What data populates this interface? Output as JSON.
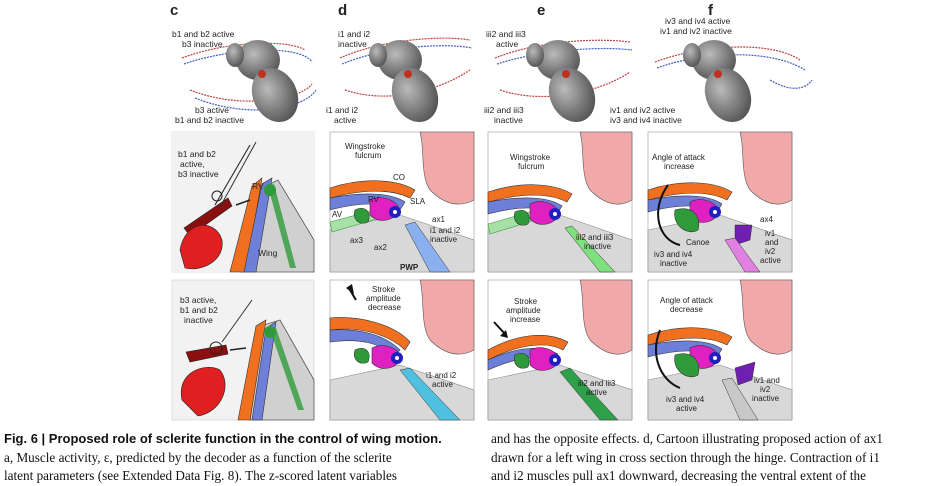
{
  "panels": {
    "c": {
      "letter": "c",
      "top_label_1": "b1 and b2 active",
      "top_label_2": "b3 inactive",
      "bottom_label_1": "b3 active",
      "bottom_label_2": "b1 and b2 inactive",
      "mid_label_1": "b1 and  b2",
      "mid_label_2": "active,",
      "mid_label_3": "b3 inactive",
      "rv": "RV",
      "wing": "Wing",
      "low_label_1": "b3 active,",
      "low_label_2": "b1 and b2",
      "low_label_3": "inactive"
    },
    "d": {
      "letter": "d",
      "top_label_1": "i1 and i2",
      "top_label_2": "inactive",
      "bottom_label_1": "i1 and i2",
      "bottom_label_2": "active",
      "fulcrum_1": "Wingstroke",
      "fulcrum_2": "fulcrum",
      "co": "CO",
      "rv": "RV",
      "sla": "SLA",
      "av": "AV",
      "ax1": "ax1",
      "ax2": "ax2",
      "ax3": "ax3",
      "inactive_1": "i1 and i2",
      "inactive_2": "inactive",
      "pwp": "PWP",
      "stroke_1": "Stroke",
      "stroke_2": "amplitude",
      "stroke_3": "decrease",
      "active_1": "i1 and i2",
      "active_2": "active"
    },
    "e": {
      "letter": "e",
      "top_label_1": "iii2 and iii3",
      "top_label_2": "active",
      "bottom_label_1": "iii2 and iii3",
      "bottom_label_2": "inactive",
      "fulcrum_1": "Wingstroke",
      "fulcrum_2": "fulcrum",
      "inactive_1": "iii2 and iii3",
      "inactive_2": "inactive",
      "stroke_1": "Stroke",
      "stroke_2": "amplitude",
      "stroke_3": "increase",
      "active_1": "iii2 and iii3",
      "active_2": "active"
    },
    "f": {
      "letter": "f",
      "top_label_1": "iv3 and iv4 active",
      "top_label_2": "iv1 and iv2 inactive",
      "bottom_label_1": "iv1 and iv2 active",
      "bottom_label_2": "iv3 and iv4 inactive",
      "angle_1": "Angle of attack",
      "angle_2": "increase",
      "ax4": "ax4",
      "canoe": "Canoe",
      "iv_inactive_1": "iv3 and iv4",
      "iv_inactive_2": "inactive",
      "iv_active_1": "iv1",
      "iv_active_2": "and",
      "iv_active_3": "iv2",
      "iv_active_4": "active",
      "angle_3": "Angle of attack",
      "angle_4": "decrease",
      "iv_active_b1": "iv3 and iv4",
      "iv_active_b2": "active",
      "iv_inactive_b1": "iv1 and",
      "iv_inactive_b2": "iv2",
      "iv_inactive_b3": "inactive"
    }
  },
  "caption": {
    "fig_label": "Fig. 6 | Proposed role of sclerite function in the control of wing motion.",
    "left_line_1": "a, Muscle activity, ε, predicted by the decoder as a function of the sclerite",
    "left_line_2": "latent parameters (see Extended Data Fig. 8). The z-scored latent variables",
    "right_line_1": "and has the opposite effects. d, Cartoon illustrating proposed action of ax1",
    "right_line_2": "drawn for a left wing in cross section through the hinge. Contraction of i1",
    "right_line_3": "and i2 muscles pull ax1 downward, decreasing the ventral extent of the"
  },
  "colors": {
    "orange": "#f07020",
    "blue": "#6d7fd8",
    "green": "#2e9a3a",
    "magenta": "#e020c0",
    "darkblue": "#2020c0",
    "pink": "#f0a8a8",
    "gray": "#d8d8d8",
    "red": "#e02020",
    "darkred": "#8a1010"
  }
}
